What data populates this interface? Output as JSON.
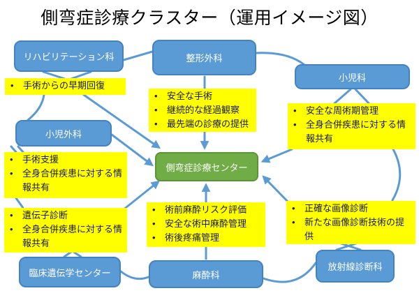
{
  "title": "側弯症診療クラスター（運用イメージ図）",
  "center": {
    "id": "scoliosis-center",
    "label": "側弯症診療センター"
  },
  "departments": [
    {
      "id": "rehabilitation",
      "label": "リハビリテーション科"
    },
    {
      "id": "orthopedics",
      "label": "整形外科"
    },
    {
      "id": "pediatrics",
      "label": "小児科"
    },
    {
      "id": "pediatric-surgery",
      "label": "小児外科"
    },
    {
      "id": "clinical-genetics",
      "label": "臨床遺伝学センター"
    },
    {
      "id": "anesthesiology",
      "label": "麻酔科"
    },
    {
      "id": "radiology",
      "label": "放射線診断科"
    }
  ],
  "notes": [
    {
      "id": "rehabilitation-note",
      "items": [
        "手術からの早期回復"
      ]
    },
    {
      "id": "orthopedics-note",
      "items": [
        "安全な手術",
        "継続的な経過観察",
        "最先端の診療の提供"
      ]
    },
    {
      "id": "pediatrics-note",
      "items": [
        "安全な周術期管理",
        "全身合併疾患に対する情報共有"
      ]
    },
    {
      "id": "pediatric-surgery-note",
      "items": [
        "手術支援",
        "全身合併疾患に対する情報共有"
      ]
    },
    {
      "id": "genetics-note",
      "items": [
        "遺伝子診断",
        "全身合併疾患に対する情報共有"
      ]
    },
    {
      "id": "anesthesiology-note",
      "items": [
        "術前麻酔リスク評価",
        "安全な術中麻酔管理",
        "術後疼痛管理"
      ]
    },
    {
      "id": "radiology-note",
      "items": [
        "正確な画像診断",
        "新たな画像診断技術の提供"
      ]
    }
  ],
  "connections": [
    {
      "from": "rehabilitation",
      "to": "orthopedics",
      "type": "line"
    },
    {
      "from": "orthopedics",
      "to": "pediatrics",
      "type": "line"
    },
    {
      "from": "rehabilitation",
      "to": "rehabilitation-note",
      "type": "line"
    },
    {
      "from": "pediatrics",
      "to": "pediatrics-note",
      "type": "line"
    },
    {
      "from": "pediatric-surgery",
      "to": "pediatric-surgery-note",
      "type": "line"
    },
    {
      "from": "clinical-genetics",
      "to": "genetics-note",
      "type": "line"
    },
    {
      "from": "radiology",
      "to": "radiology-note",
      "type": "line"
    },
    {
      "from": "rehabilitation-note",
      "to": "pediatric-surgery",
      "type": "line"
    },
    {
      "from": "pediatric-surgery-note",
      "to": "genetics-note",
      "type": "line"
    },
    {
      "from": "clinical-genetics",
      "to": "anesthesiology",
      "type": "line"
    },
    {
      "from": "anesthesiology",
      "to": "radiology",
      "type": "line"
    },
    {
      "from": "pediatrics-note",
      "to": "radiology-note",
      "type": "line"
    },
    {
      "from": "orthopedics",
      "to": "scoliosis-center",
      "type": "arrow"
    },
    {
      "from": "anesthesiology",
      "to": "scoliosis-center",
      "type": "arrow"
    },
    {
      "from": "rehabilitation-note",
      "to": "scoliosis-center",
      "type": "arrow"
    },
    {
      "from": "pediatric-surgery",
      "to": "scoliosis-center",
      "type": "arrow"
    },
    {
      "from": "genetics-note",
      "to": "scoliosis-center",
      "type": "arrow"
    },
    {
      "from": "pediatrics-note",
      "to": "scoliosis-center",
      "type": "arrow"
    },
    {
      "from": "radiology-note",
      "to": "scoliosis-center",
      "type": "arrow"
    }
  ],
  "colors": {
    "department_fill": "#5B9BD5",
    "department_border": "#4383c2",
    "center_fill": "#70AD47",
    "center_border": "#5d9238",
    "note_fill": "#FFFF00",
    "note_text": "#1a1a1a",
    "arrow": "#5B9BD5",
    "title_text": "#000000"
  }
}
